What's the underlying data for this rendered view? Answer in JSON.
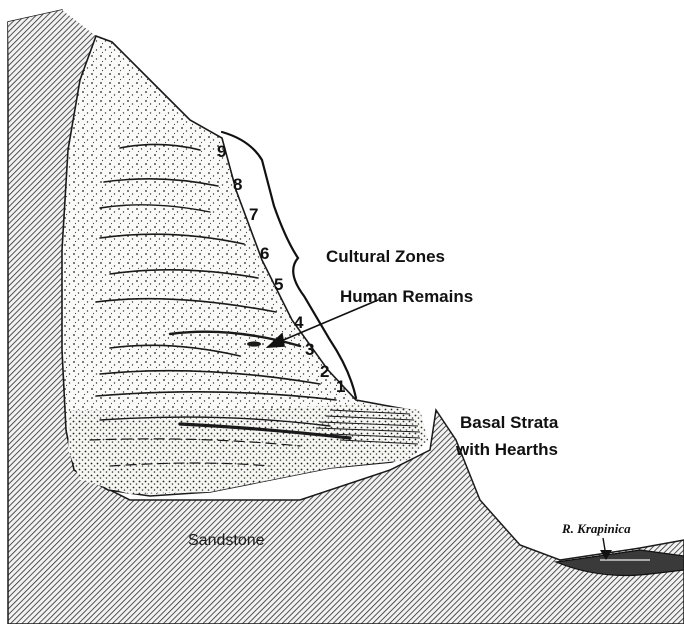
{
  "diagram": {
    "zone_numbers": [
      "1",
      "2",
      "3",
      "4",
      "5",
      "6",
      "7",
      "8",
      "9"
    ],
    "labels": {
      "cultural_zones": "Cultural Zones",
      "human_remains": "Human Remains",
      "basal_strata_line1": "Basal Strata",
      "basal_strata_line2": "with Hearths",
      "sandstone": "Sandstone",
      "river": "R. Krapinica"
    },
    "colors": {
      "ink": "#111111",
      "rock_hatch": "#333333",
      "deposit_fill": "#f7f7f4",
      "water": "#3a3a3a"
    }
  }
}
